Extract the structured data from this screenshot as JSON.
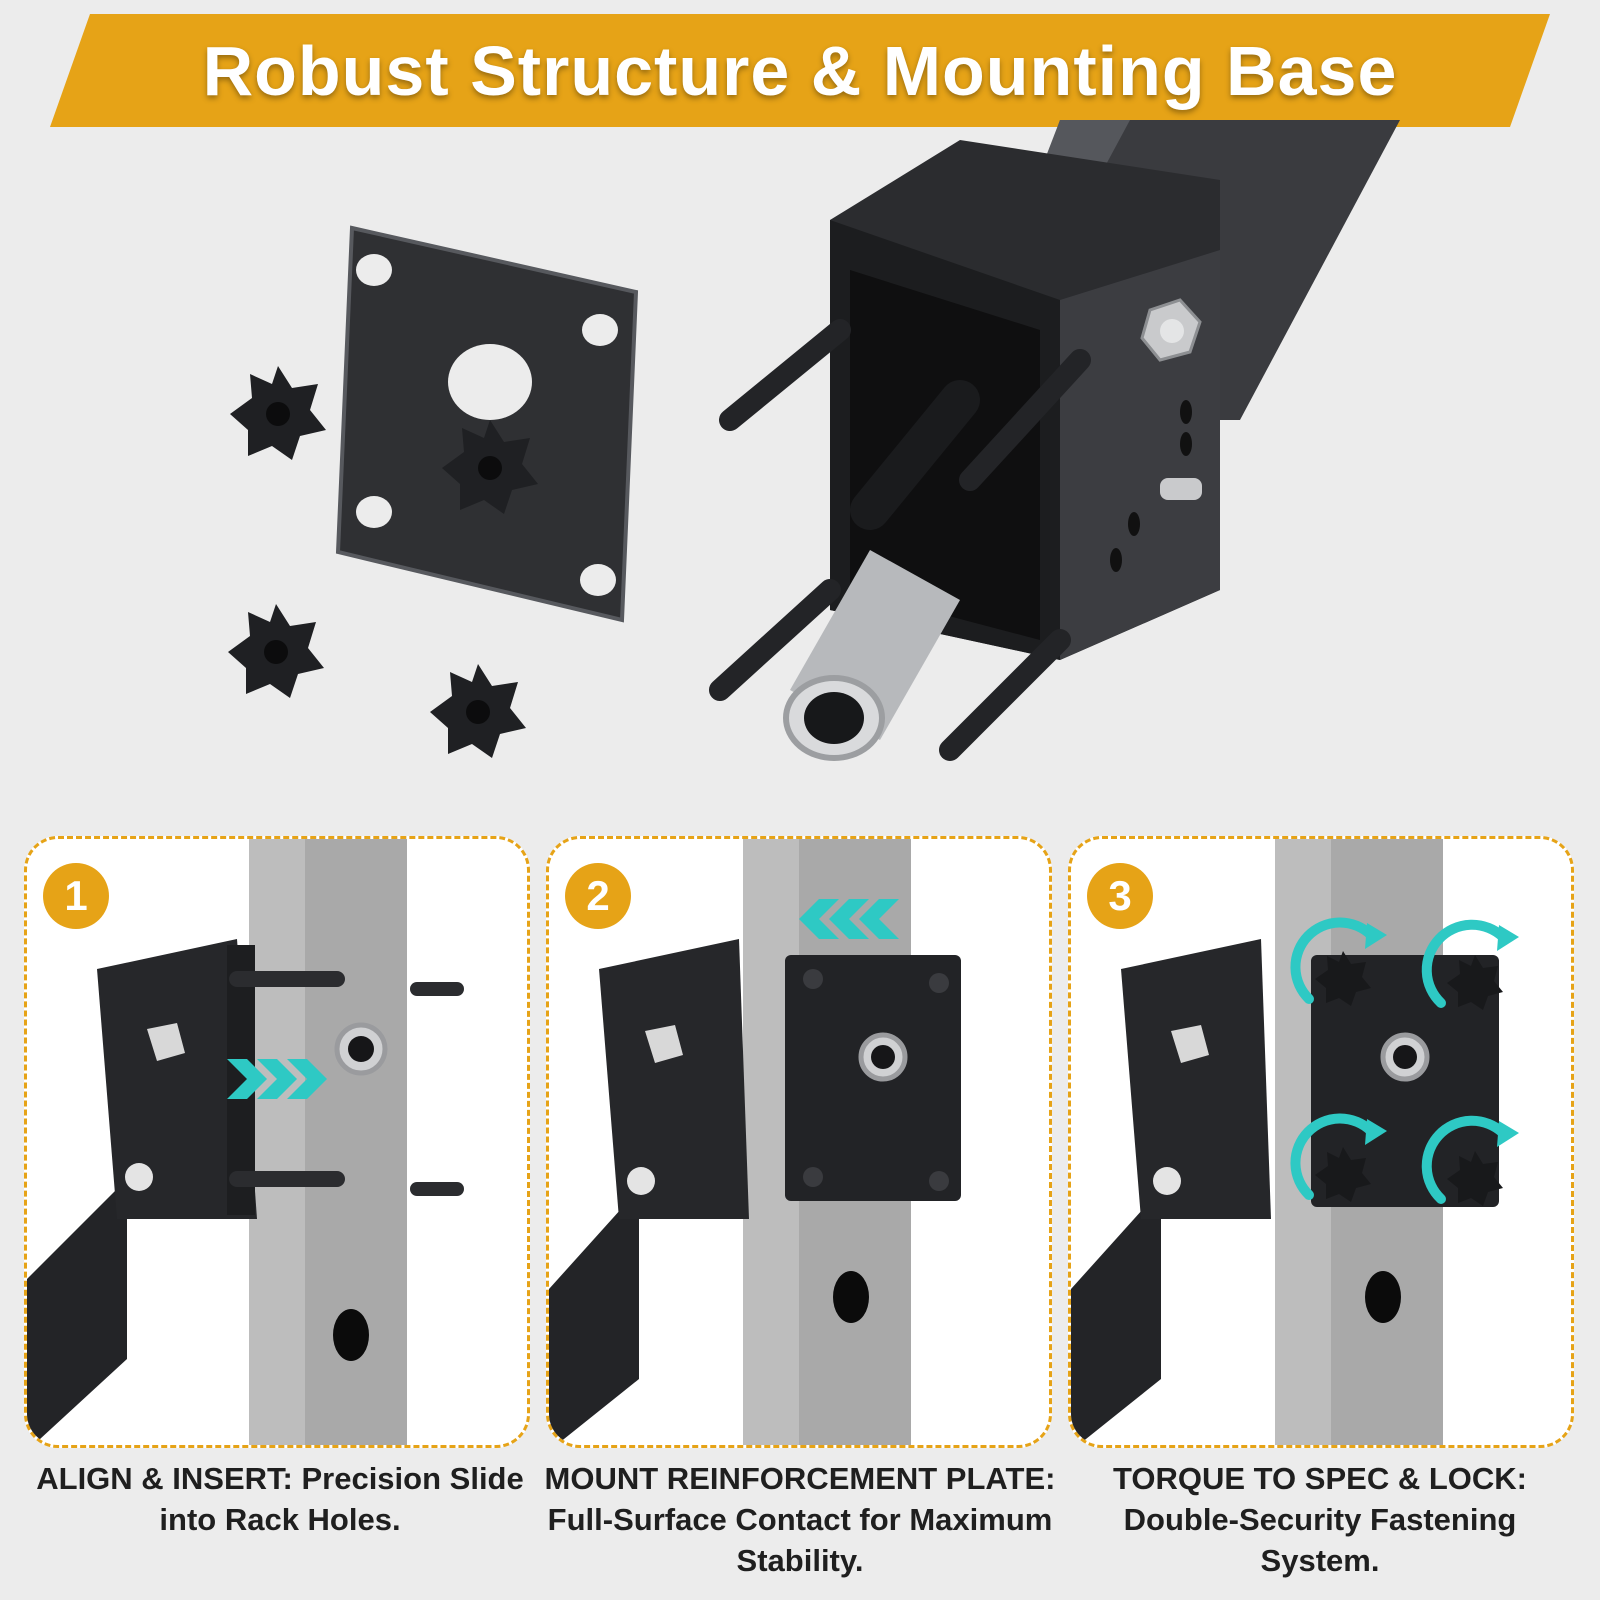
{
  "banner": {
    "title": "Robust Structure & Mounting Base",
    "color": "#e6a317"
  },
  "steps": [
    {
      "number": "1",
      "caption": "ALIGN & INSERT: Precision Slide into Rack Holes."
    },
    {
      "number": "2",
      "caption": "MOUNT REINFORCEMENT PLATE: Full-Surface Contact for Maximum Stability."
    },
    {
      "number": "3",
      "caption": "TORQUE TO SPEC & LOCK: Double-Security Fastening System."
    }
  ],
  "colors": {
    "accent": "#e6a317",
    "arrow": "#2ec9c4",
    "metal": "#2b2c2f",
    "rack": "#bdbdbd"
  },
  "icons": [
    "star-knob-icon",
    "double-chevron-arrow-icon",
    "rotate-arrow-icon"
  ]
}
